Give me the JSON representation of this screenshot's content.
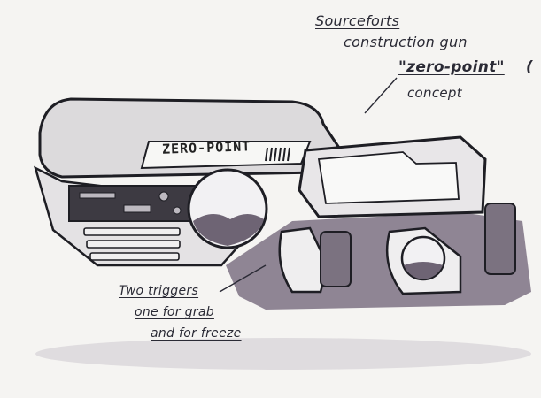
{
  "annotations": {
    "line1": "Sourceforts",
    "line2": "construction gun",
    "line3": "\"zero-point\"",
    "line3_suffix": "(",
    "line4": "concept",
    "trigger_note_1": "Two triggers",
    "trigger_note_2": "one for grab",
    "trigger_note_3": "and for freeze"
  },
  "device_label": "ZERO-POINT",
  "colors": {
    "paper": "#f5f4f2",
    "ink": "#1e1e24",
    "shade_purple": "#8a7f8f",
    "shade_light": "#c9c6cb",
    "shade_dark": "#5a5060"
  }
}
